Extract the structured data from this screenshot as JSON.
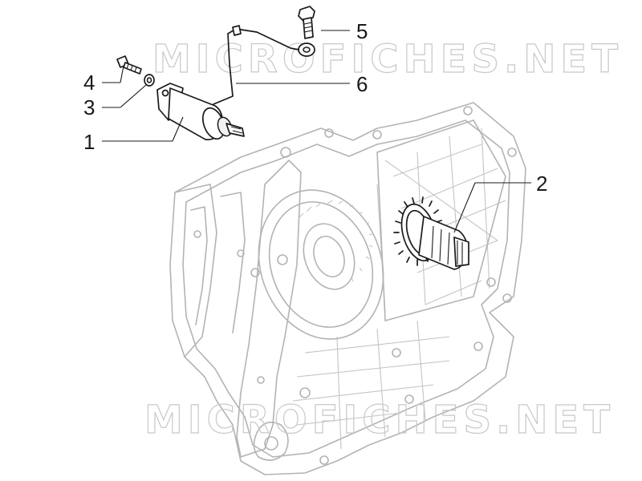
{
  "watermark": "MICROFICHES.NET",
  "callouts": {
    "p1": "1",
    "p2": "2",
    "p3": "3",
    "p4": "4",
    "p5": "5",
    "p6": "6"
  },
  "colors": {
    "engine_outline": "#b3b3b3",
    "part_outline": "#1a1a1a",
    "watermark": "#c8c8c8"
  }
}
